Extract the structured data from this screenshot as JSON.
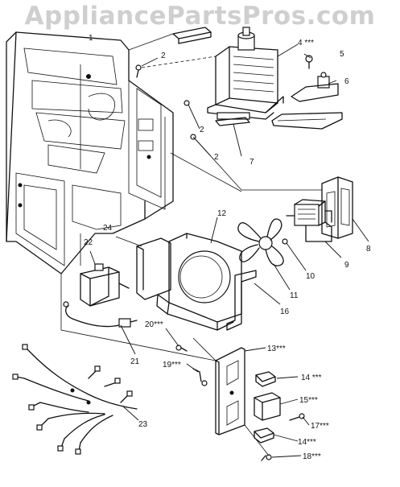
{
  "watermark": "AppliancePartsPros.com",
  "callouts": [
    {
      "id": "c1",
      "text": "1"
    },
    {
      "id": "c2a",
      "text": "2"
    },
    {
      "id": "c2b",
      "text": "2"
    },
    {
      "id": "c2c",
      "text": "2"
    },
    {
      "id": "c4",
      "text": "4 ***"
    },
    {
      "id": "c5",
      "text": "5"
    },
    {
      "id": "c6",
      "text": "6"
    },
    {
      "id": "c7",
      "text": "7"
    },
    {
      "id": "c8",
      "text": "8"
    },
    {
      "id": "c9",
      "text": "9"
    },
    {
      "id": "c10",
      "text": "10"
    },
    {
      "id": "c11",
      "text": "11"
    },
    {
      "id": "c12",
      "text": "12"
    },
    {
      "id": "c13",
      "text": "13***"
    },
    {
      "id": "c14a",
      "text": "14 ***"
    },
    {
      "id": "c14b",
      "text": "14***"
    },
    {
      "id": "c15",
      "text": "15***"
    },
    {
      "id": "c16",
      "text": "16"
    },
    {
      "id": "c17",
      "text": "17***"
    },
    {
      "id": "c18",
      "text": "18***"
    },
    {
      "id": "c19",
      "text": "19***"
    },
    {
      "id": "c20",
      "text": "20***"
    },
    {
      "id": "c21",
      "text": "21"
    },
    {
      "id": "c22",
      "text": "22"
    },
    {
      "id": "c23",
      "text": "23"
    },
    {
      "id": "c24",
      "text": "24"
    }
  ]
}
